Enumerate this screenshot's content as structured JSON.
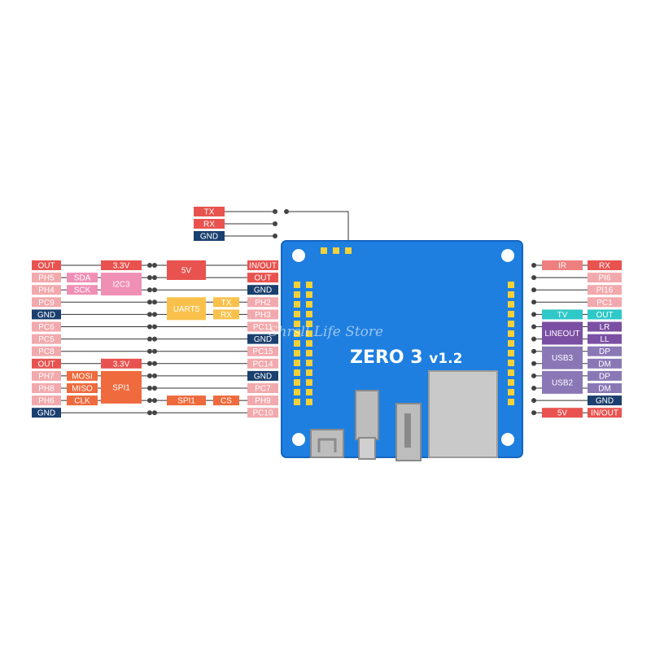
{
  "colors": {
    "gpio": "#f2a9ad",
    "gpio_text": "#ffffff",
    "power": "#e8534f",
    "gnd": "#1b3f6e",
    "i2c": "#f08fb6",
    "uart": "#f9c14c",
    "spi": "#ef6a3d",
    "tv": "#2ec8c8",
    "lineout": "#7b4fa3",
    "usb": "#8a78b6",
    "ir": "#ee7f7f",
    "board": "#1e7fe0",
    "line": "#333333"
  },
  "board": {
    "name": "ZERO 3",
    "version": "v1.2",
    "watermark": "Shrsll Life Store"
  },
  "debug_header": [
    {
      "text": "TX",
      "type": "power"
    },
    {
      "text": "RX",
      "type": "power"
    },
    {
      "text": "GND",
      "type": "gnd"
    }
  ],
  "left_header": [
    {
      "pin": "OUT",
      "pin_type": "power",
      "func": "3.3V",
      "func_type": "power",
      "right": "5V",
      "right_type": "power",
      "pin2": "IN/OUT",
      "pin2_type": "power"
    },
    {
      "pin": "PH5",
      "pin_type": "gpio",
      "sub": "SDA",
      "sub_type": "i2c",
      "group": "I2C3",
      "pin2": "OUT",
      "pin2_type": "power"
    },
    {
      "pin": "PH4",
      "pin_type": "gpio",
      "sub": "SCK",
      "sub_type": "i2c",
      "pin2": "GND",
      "pin2_type": "gnd"
    },
    {
      "pin": "PC9",
      "pin_type": "gpio",
      "uart_group": "UART5",
      "uart_sub": "TX",
      "pin2": "PH2",
      "pin2_type": "gpio"
    },
    {
      "pin": "GND",
      "pin_type": "gnd",
      "uart_sub": "RX",
      "pin2": "PH3",
      "pin2_type": "gpio"
    },
    {
      "pin": "PC6",
      "pin_type": "gpio",
      "pin2": "PC11",
      "pin2_type": "gpio"
    },
    {
      "pin": "PC5",
      "pin_type": "gpio",
      "pin2": "GND",
      "pin2_type": "gnd"
    },
    {
      "pin": "PC8",
      "pin_type": "gpio",
      "pin2": "PC15",
      "pin2_type": "gpio"
    },
    {
      "pin": "OUT",
      "pin_type": "power",
      "func": "3.3V",
      "func_type": "power",
      "pin2": "PC14",
      "pin2_type": "gpio"
    },
    {
      "pin": "PH7",
      "pin_type": "gpio",
      "sub": "MOSI",
      "sub_type": "spi",
      "spi_group": "SPI1",
      "pin2": "GND",
      "pin2_type": "gnd"
    },
    {
      "pin": "PH8",
      "pin_type": "gpio",
      "sub": "MISO",
      "sub_type": "spi",
      "pin2": "PC7",
      "pin2_type": "gpio"
    },
    {
      "pin": "PH6",
      "pin_type": "gpio",
      "sub": "CLK",
      "sub_type": "spi",
      "spi2": "SPI1",
      "cs": "CS",
      "pin2": "PH9",
      "pin2_type": "gpio"
    },
    {
      "pin": "GND",
      "pin_type": "gnd",
      "pin2": "PC10",
      "pin2_type": "gpio"
    }
  ],
  "right_header": [
    {
      "fn": "IR",
      "fn_type": "ir",
      "pin": "RX",
      "pin_type": "ir_pin"
    },
    {
      "pin": "PI6",
      "pin_type": "gpio"
    },
    {
      "pin": "PI16",
      "pin_type": "gpio"
    },
    {
      "pin": "PC1",
      "pin_type": "gpio"
    },
    {
      "fn": "TV",
      "fn_type": "tv",
      "pin": "OUT",
      "pin_type": "tv"
    },
    {
      "fn": "LINEOUT",
      "fn_type": "lineout",
      "pin": "LR",
      "pin_type": "lineout"
    },
    {
      "pin": "LL",
      "pin_type": "lineout"
    },
    {
      "fn": "USB3",
      "fn_type": "usb",
      "pin": "DP",
      "pin_type": "usb"
    },
    {
      "pin": "DM",
      "pin_type": "usb"
    },
    {
      "fn": "USB2",
      "fn_type": "usb",
      "pin": "DP",
      "pin_type": "usb"
    },
    {
      "pin": "DM",
      "pin_type": "usb"
    },
    {
      "pin": "GND",
      "pin_type": "gnd"
    },
    {
      "fn": "5V",
      "fn_type": "power",
      "pin": "IN/OUT",
      "pin_type": "power"
    }
  ]
}
